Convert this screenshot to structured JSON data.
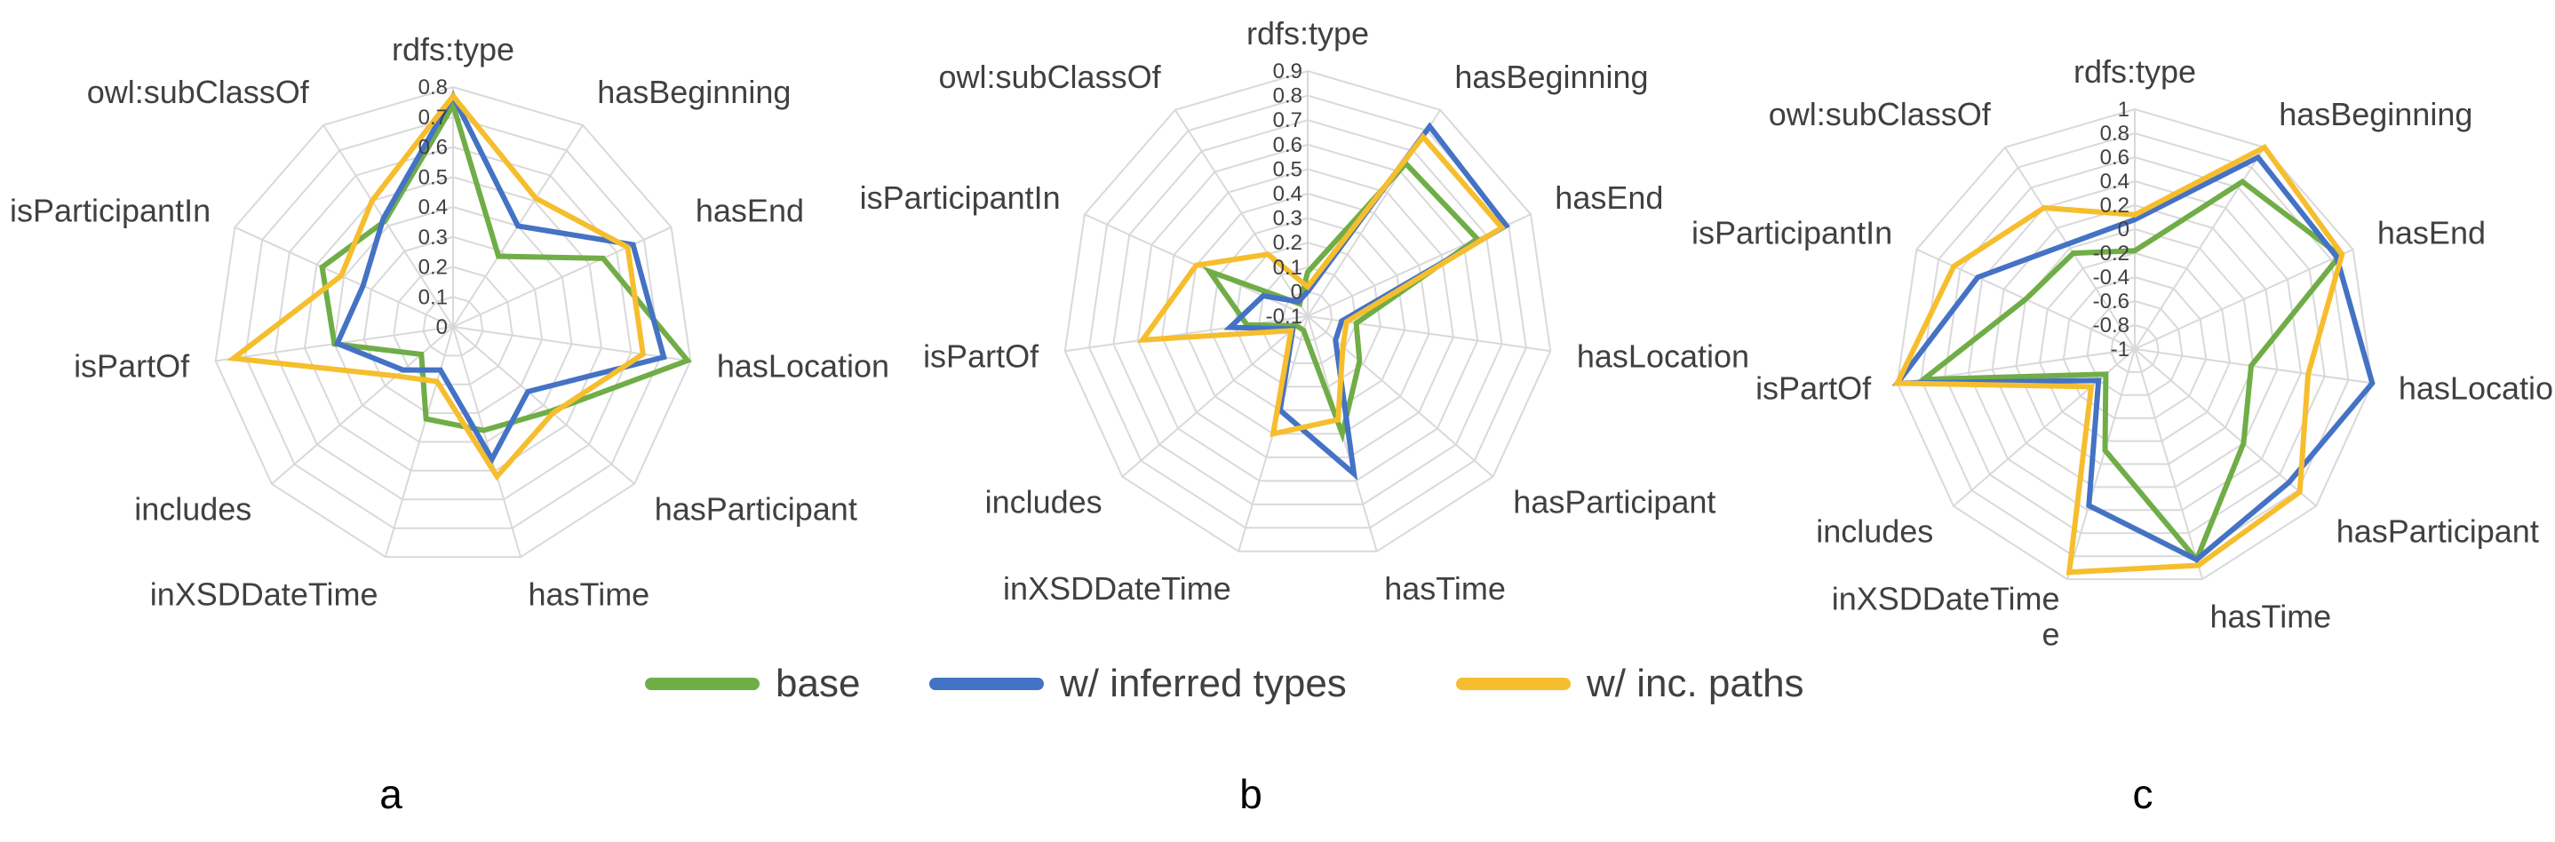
{
  "legend": [
    {
      "key": "base",
      "label": "base",
      "color": "#70AD47"
    },
    {
      "key": "inferred",
      "label": "w/ inferred types",
      "color": "#4472C4"
    },
    {
      "key": "paths",
      "label": "w/ inc. paths",
      "color": "#F6BE2E"
    }
  ],
  "chart_data": [
    {
      "type": "radar",
      "panel_label": "a",
      "categories": [
        "rdfs:type",
        "hasBeginning",
        "hasEnd",
        "hasLocation",
        "hasParticipant",
        "hasTime",
        "inXSDDateTime",
        "includes",
        "isPartOf",
        "isParticipantIn",
        "owl:subClassOf"
      ],
      "category_labels": [
        [
          "rdfs:type"
        ],
        [
          "hasBeginning"
        ],
        [
          "hasEnd"
        ],
        [
          "hasLocation"
        ],
        [
          "hasParticipant"
        ],
        [
          "hasTime"
        ],
        [
          "inXSDDateTime"
        ],
        [
          "includes"
        ],
        [
          "isPartOf"
        ],
        [
          "isParticipantIn"
        ],
        [
          "owl:subClassOf"
        ]
      ],
      "rlim": [
        0,
        0.8
      ],
      "ticks": [
        0,
        0.1,
        0.2,
        0.3,
        0.4,
        0.5,
        0.6,
        0.7,
        0.8
      ],
      "tick_labels": [
        "0",
        "0.1",
        "0.2",
        "0.3",
        "0.4",
        "0.5",
        "0.6",
        "0.7",
        "0.8"
      ],
      "series": [
        {
          "name": "base",
          "values": [
            0.74,
            0.28,
            0.55,
            0.79,
            0.43,
            0.36,
            0.32,
            0.14,
            0.4,
            0.48,
            0.42
          ]
        },
        {
          "name": "w/ inferred types",
          "values": [
            0.77,
            0.4,
            0.66,
            0.71,
            0.33,
            0.46,
            0.15,
            0.22,
            0.39,
            0.33,
            0.43
          ]
        },
        {
          "name": "w/ inc. paths",
          "values": [
            0.77,
            0.51,
            0.64,
            0.64,
            0.44,
            0.52,
            0.19,
            0.25,
            0.74,
            0.41,
            0.5
          ]
        }
      ]
    },
    {
      "type": "radar",
      "panel_label": "b",
      "categories": [
        "rdfs:type",
        "hasBeginning",
        "hasEnd",
        "hasLocation",
        "hasParticipant",
        "hasTime",
        "inXSDDateTime",
        "includes",
        "isPartOf",
        "isParticipantIn",
        "owl:subClassOf"
      ],
      "category_labels": [
        [
          "rdfs:type"
        ],
        [
          "hasBeginning"
        ],
        [
          "hasEnd"
        ],
        [
          "hasLocation"
        ],
        [
          "hasParticipant"
        ],
        [
          "hasTime"
        ],
        [
          "inXSDDateTime"
        ],
        [
          "includes"
        ],
        [
          "isPartOf"
        ],
        [
          "isParticipantIn"
        ],
        [
          "owl:subClassOf"
        ]
      ],
      "rlim": [
        -0.1,
        0.9
      ],
      "ticks": [
        -0.1,
        0,
        0.1,
        0.2,
        0.3,
        0.4,
        0.5,
        0.6,
        0.7,
        0.8,
        0.9
      ],
      "tick_labels": [
        "-0.1",
        "0",
        "0.1",
        "0.2",
        "0.3",
        "0.4",
        "0.5",
        "0.6",
        "0.7",
        "0.8",
        "0.9"
      ],
      "series": [
        {
          "name": "base",
          "values": [
            0.08,
            0.64,
            0.66,
            0.1,
            0.18,
            0.4,
            -0.04,
            -0.04,
            0.15,
            0.34,
            -0.04
          ]
        },
        {
          "name": "w/ inferred types",
          "values": [
            0.0,
            0.82,
            0.79,
            0.04,
            0.05,
            0.57,
            0.3,
            -0.02,
            0.22,
            0.1,
            -0.03
          ]
        },
        {
          "name": "w/ inc. paths",
          "values": [
            0.02,
            0.77,
            0.77,
            0.06,
            0.09,
            0.34,
            0.4,
            -0.01,
            0.58,
            0.4,
            0.2
          ]
        }
      ]
    },
    {
      "type": "radar",
      "panel_label": "c",
      "categories": [
        "rdfs:type",
        "hasBeginning",
        "hasEnd",
        "hasLocation",
        "hasParticipant",
        "hasTime",
        "inXSDDateTime",
        "includes",
        "isPartOf",
        "isParticipantIn",
        "owl:subClassOf"
      ],
      "category_labels": [
        [
          "rdfs:type"
        ],
        [
          "hasBeginning"
        ],
        [
          "hasEnd"
        ],
        [
          "hasLocation"
        ],
        [
          "hasParticipant"
        ],
        [
          "hasTime"
        ],
        [
          "inXSDDateTime",
          "e"
        ],
        [
          "includes"
        ],
        [
          "isPartOf"
        ],
        [
          "isParticipantIn"
        ],
        [
          "owl:subClassOf"
        ]
      ],
      "rlim": [
        -1,
        1
      ],
      "ticks": [
        -1,
        -0.8,
        -0.6,
        -0.4,
        -0.2,
        0,
        0.2,
        0.4,
        0.6,
        0.8,
        1
      ],
      "tick_labels": [
        "-1",
        "-0.8",
        "-0.6",
        "-0.4",
        "-0.2",
        "0",
        "0.2",
        "0.4",
        "0.6",
        "0.8",
        "1"
      ],
      "series": [
        {
          "name": "base",
          "values": [
            -0.18,
            0.66,
            0.88,
            -0.02,
            0.2,
            0.83,
            -0.12,
            -0.68,
            0.78,
            0.0,
            -0.05
          ]
        },
        {
          "name": "w/ inferred types",
          "values": [
            0.08,
            0.9,
            0.85,
            1.0,
            0.7,
            0.83,
            0.36,
            -0.6,
            1.0,
            0.44,
            0.04
          ]
        },
        {
          "name": "w/ inc. paths",
          "values": [
            0.12,
            1.0,
            0.9,
            0.46,
            0.82,
            0.88,
            0.94,
            -0.52,
            1.0,
            0.66,
            0.4
          ]
        }
      ]
    }
  ]
}
